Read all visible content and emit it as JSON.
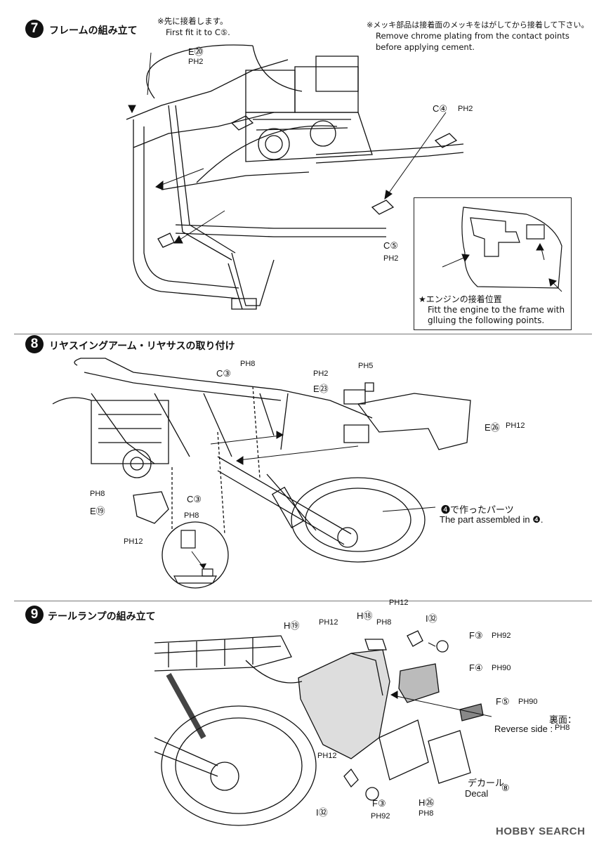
{
  "steps": [
    {
      "number": "7",
      "title": "フレームの組み立て",
      "note_jp": "※先に接着します。",
      "note_en": "First fit it to C⑤.",
      "chrome_note_jp": "※メッキ部品は接着面のメッキをはがしてから接着して下さい。",
      "chrome_note_en_1": "Remove chrome plating from the contact points",
      "chrome_note_en_2": "before applying cement.",
      "parts": [
        {
          "part": "E⑳",
          "ph": "PH2"
        },
        {
          "part": "C④",
          "ph": "PH2"
        },
        {
          "part": "C⑤",
          "ph": "PH2"
        }
      ],
      "inset_jp": "★エンジンの接着位置",
      "inset_en_1": "Fitt the engine to the frame with",
      "inset_en_2": "glluing the following points."
    },
    {
      "number": "8",
      "title": "リヤスイングアーム・リヤサスの取り付け",
      "parts": [
        {
          "part": "C③",
          "ph": "PH8"
        },
        {
          "part": "E㉓",
          "ph": "PH2"
        },
        {
          "ph": "PH5"
        },
        {
          "part": "E㉖",
          "ph": "PH12"
        },
        {
          "part": "E⑲",
          "ph": "PH8"
        },
        {
          "ph": "PH12"
        },
        {
          "part": "C③",
          "ph": "PH8"
        }
      ],
      "ref_jp": "❹で作ったパーツ",
      "ref_en": "The part assembled in ❹."
    },
    {
      "number": "9",
      "title": "テールランプの組み立て",
      "parts": [
        {
          "part": "H⑲"
        },
        {
          "part": "H⑱",
          "ph": "PH12"
        },
        {
          "ph": "PH8"
        },
        {
          "ph": "PH12"
        },
        {
          "part": "I㉜"
        },
        {
          "part": "F③",
          "ph": "PH92"
        },
        {
          "part": "F④",
          "ph": "PH90"
        },
        {
          "part": "F⑤",
          "ph": "PH90"
        },
        {
          "part": "I㉜",
          "ph": "PH12"
        },
        {
          "part": "F③",
          "ph": "PH92"
        },
        {
          "part": "H㉖",
          "ph": "PH8"
        }
      ],
      "reverse_jp": "裏面：",
      "reverse_en": "Reverse side :",
      "reverse_ph": "PH8",
      "decal_jp": "デカール",
      "decal_en": "Decal",
      "decal_num": "⑧"
    }
  ],
  "watermark": "HOBBY SEARCH"
}
